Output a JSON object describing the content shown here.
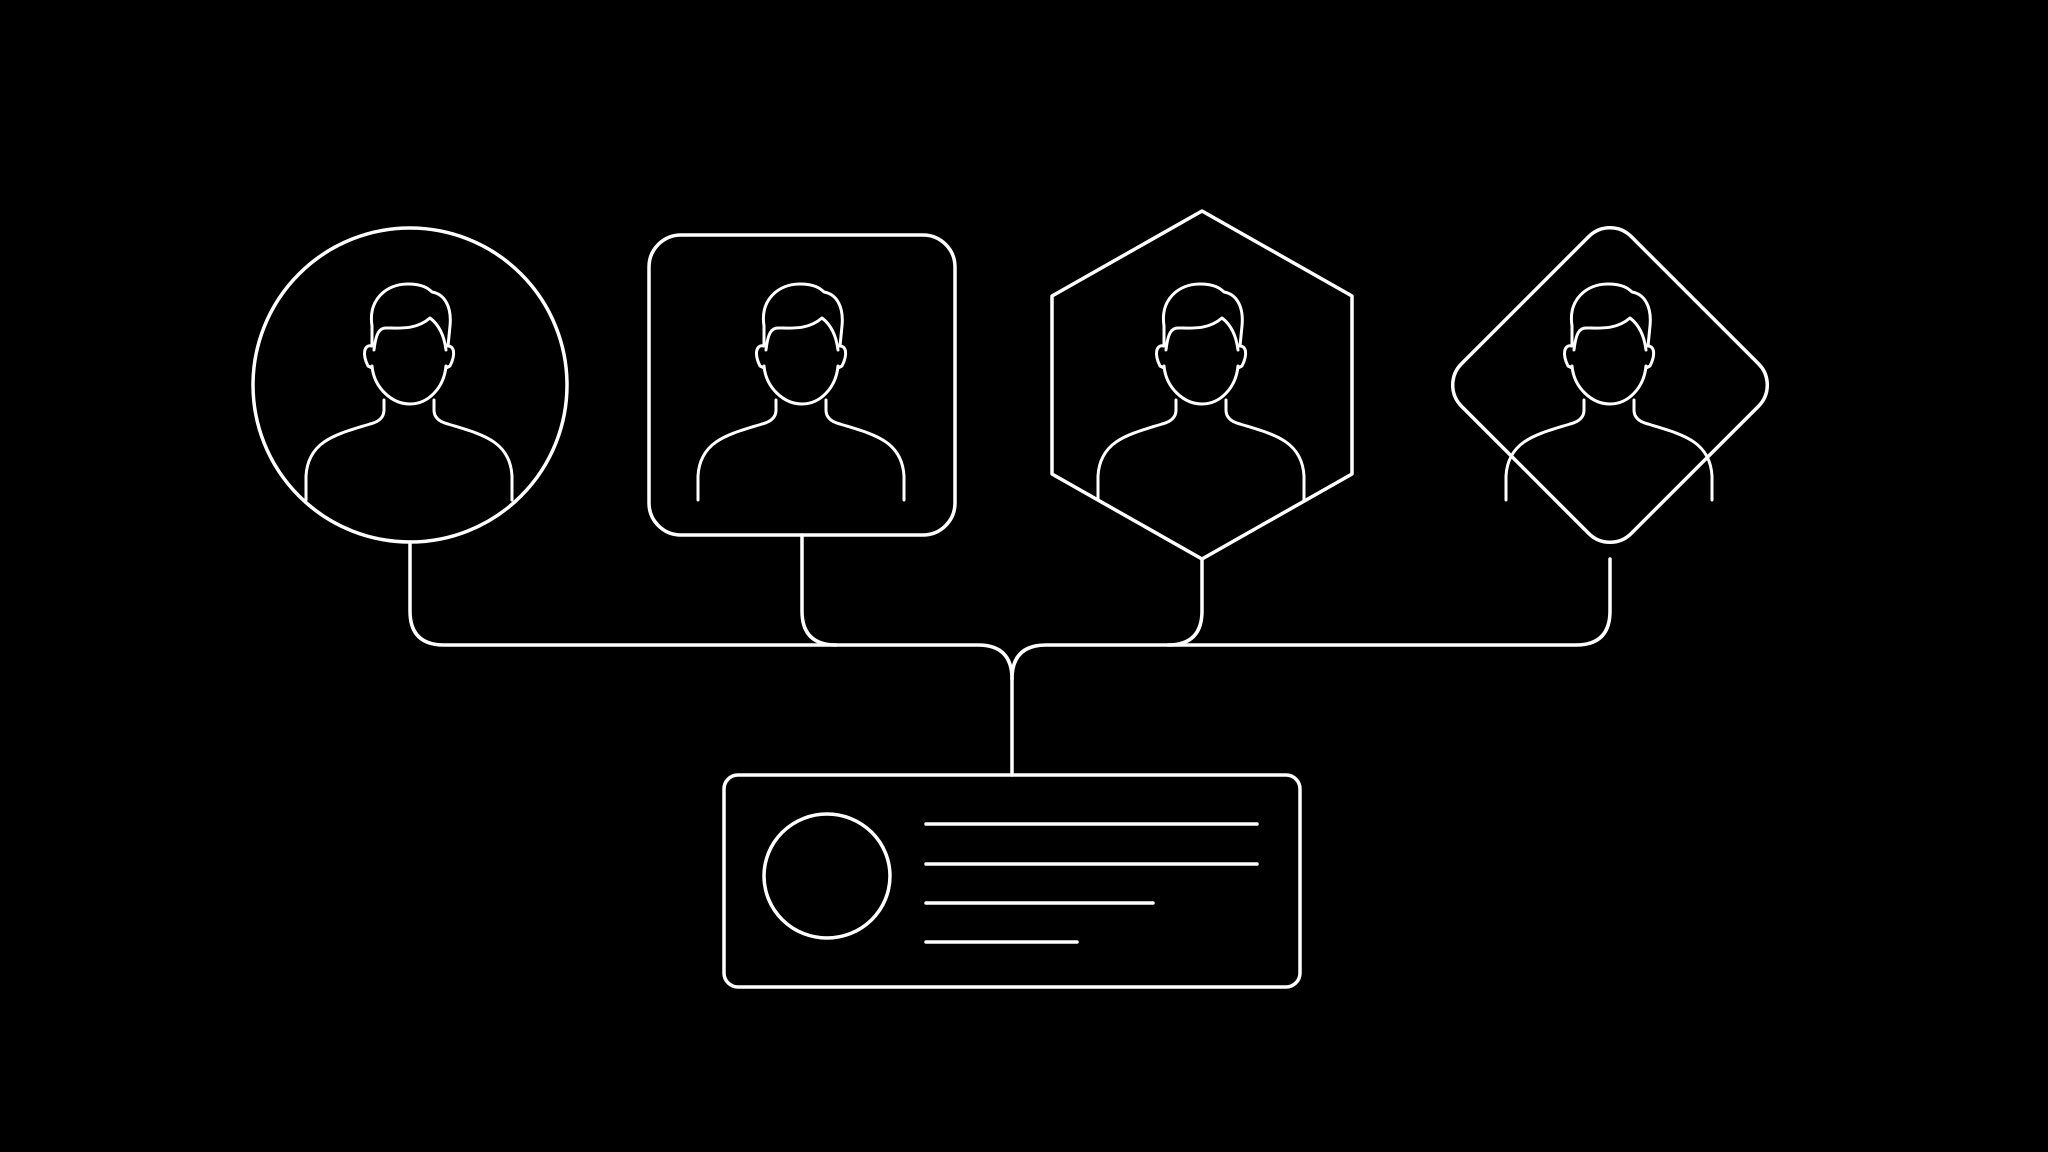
{
  "colors": {
    "background": "#000000",
    "line": "#ffffff"
  },
  "avatars": [
    {
      "frame": "circle",
      "icon": "person-icon"
    },
    {
      "frame": "rounded-square",
      "icon": "person-icon"
    },
    {
      "frame": "hexagon",
      "icon": "person-icon"
    },
    {
      "frame": "rounded-diamond",
      "icon": "person-icon"
    }
  ],
  "profile_card": {
    "avatar_shape": "circle",
    "text_line_count": 4
  }
}
